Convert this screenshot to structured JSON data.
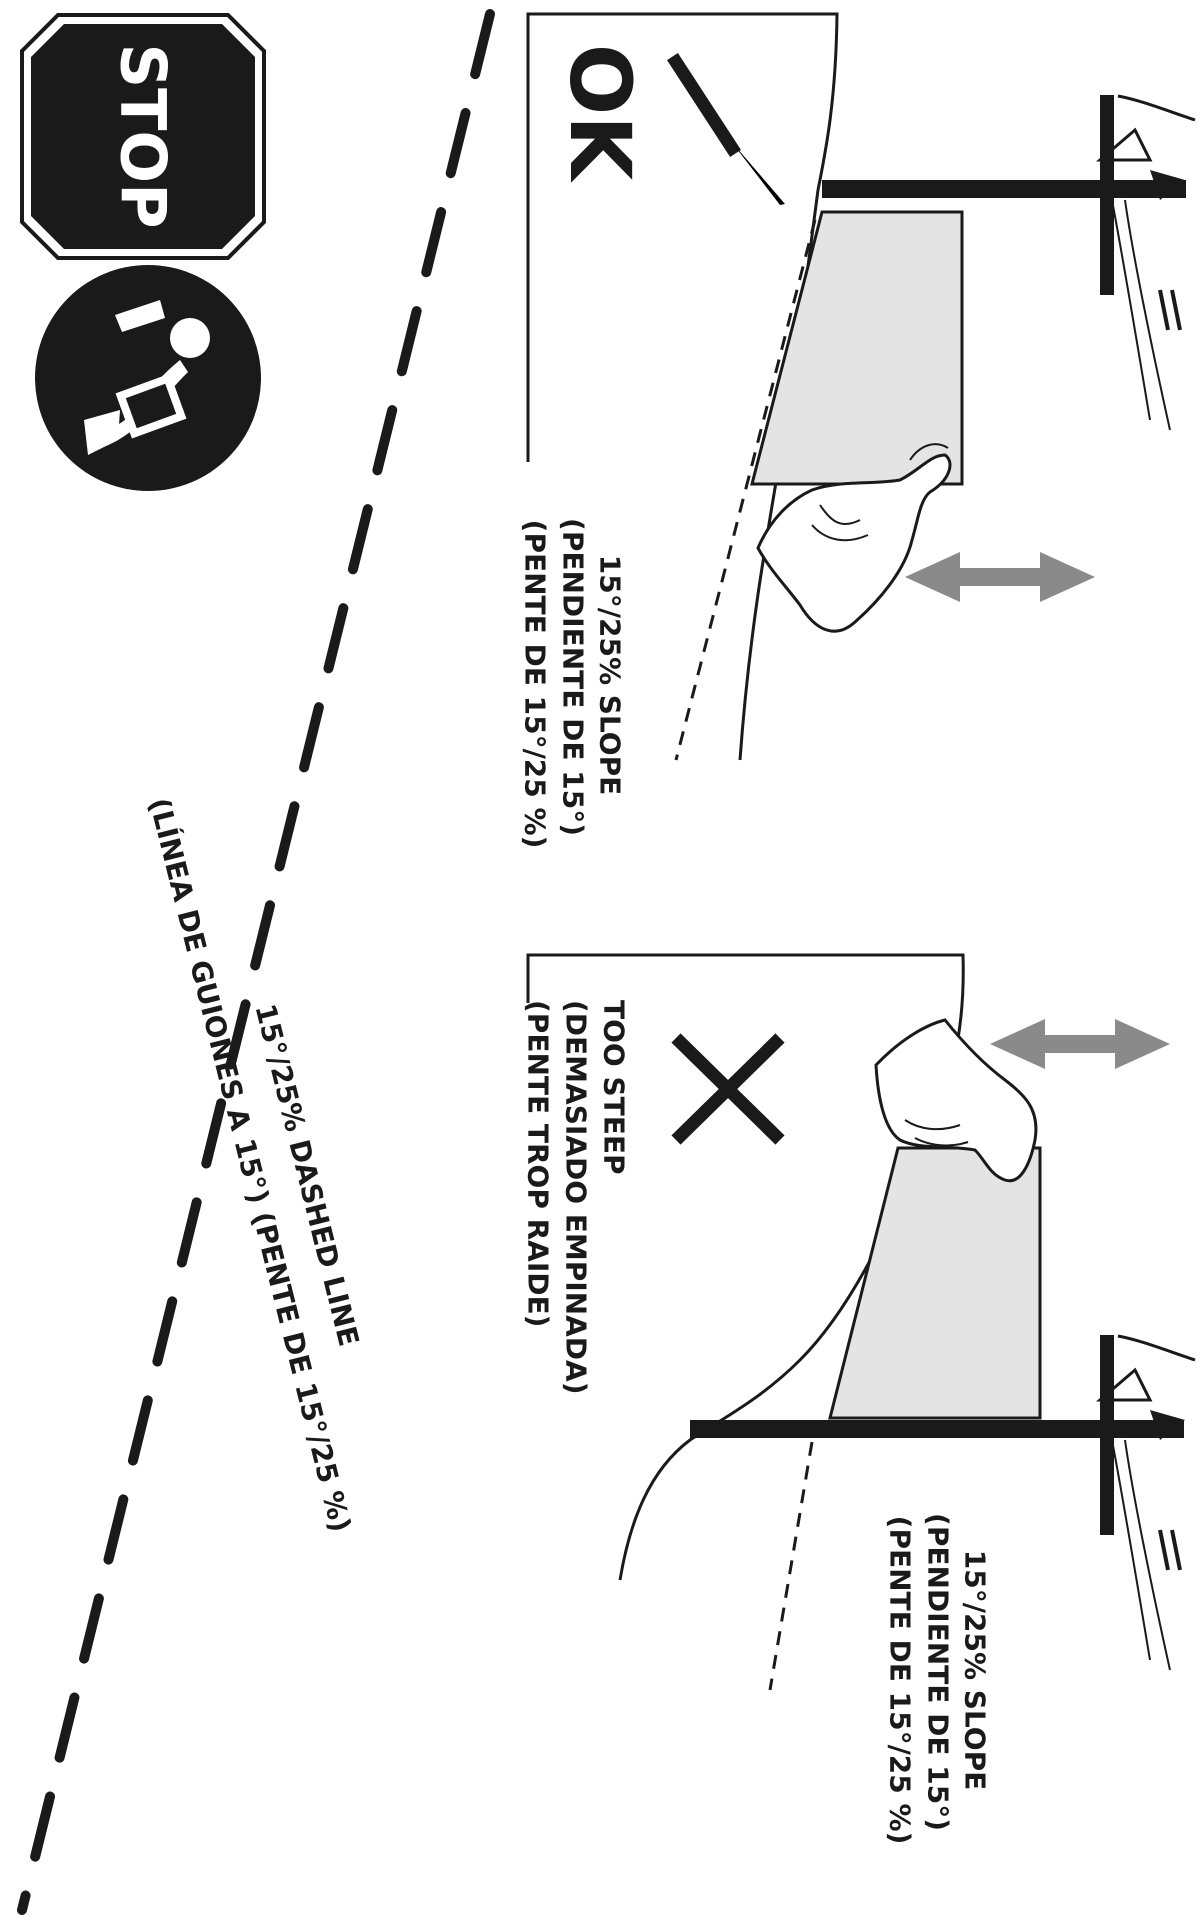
{
  "stop_sign": {
    "text": "STOP"
  },
  "ok_panel": {
    "verdict": "OK",
    "slope": {
      "line1": "15°/25% SLOPE",
      "line2": "(PENDIENTE DE 15°)",
      "line3": "(PENTE DE 15°/25 %)"
    }
  },
  "steep_panel": {
    "verdict": {
      "line1": "TOO STEEP",
      "line2": "(DEMASIADO EMPINADA)",
      "line3": "(PENTE TROP RAIDE)"
    },
    "slope": {
      "line1": "15°/25% SLOPE",
      "line2": "(PENDIENTE DE 15°)",
      "line3": "(PENTE DE 15°/25 %)"
    }
  },
  "dashed_line": {
    "line1": "15°/25% DASHED LINE",
    "line2": "(LÍNEA DE GUIONES A 15°) (PENTE DE 15°/25 %)"
  },
  "colors": {
    "ink": "#1a1a1a",
    "panel_fill": "#e4e4e4",
    "arrow": "#8a8a8a",
    "background": "#ffffff"
  },
  "icons": [
    "stop-sign-icon",
    "read-manual-icon",
    "checkmark-icon",
    "cross-icon",
    "double-arrow-icon",
    "hand-icon"
  ]
}
